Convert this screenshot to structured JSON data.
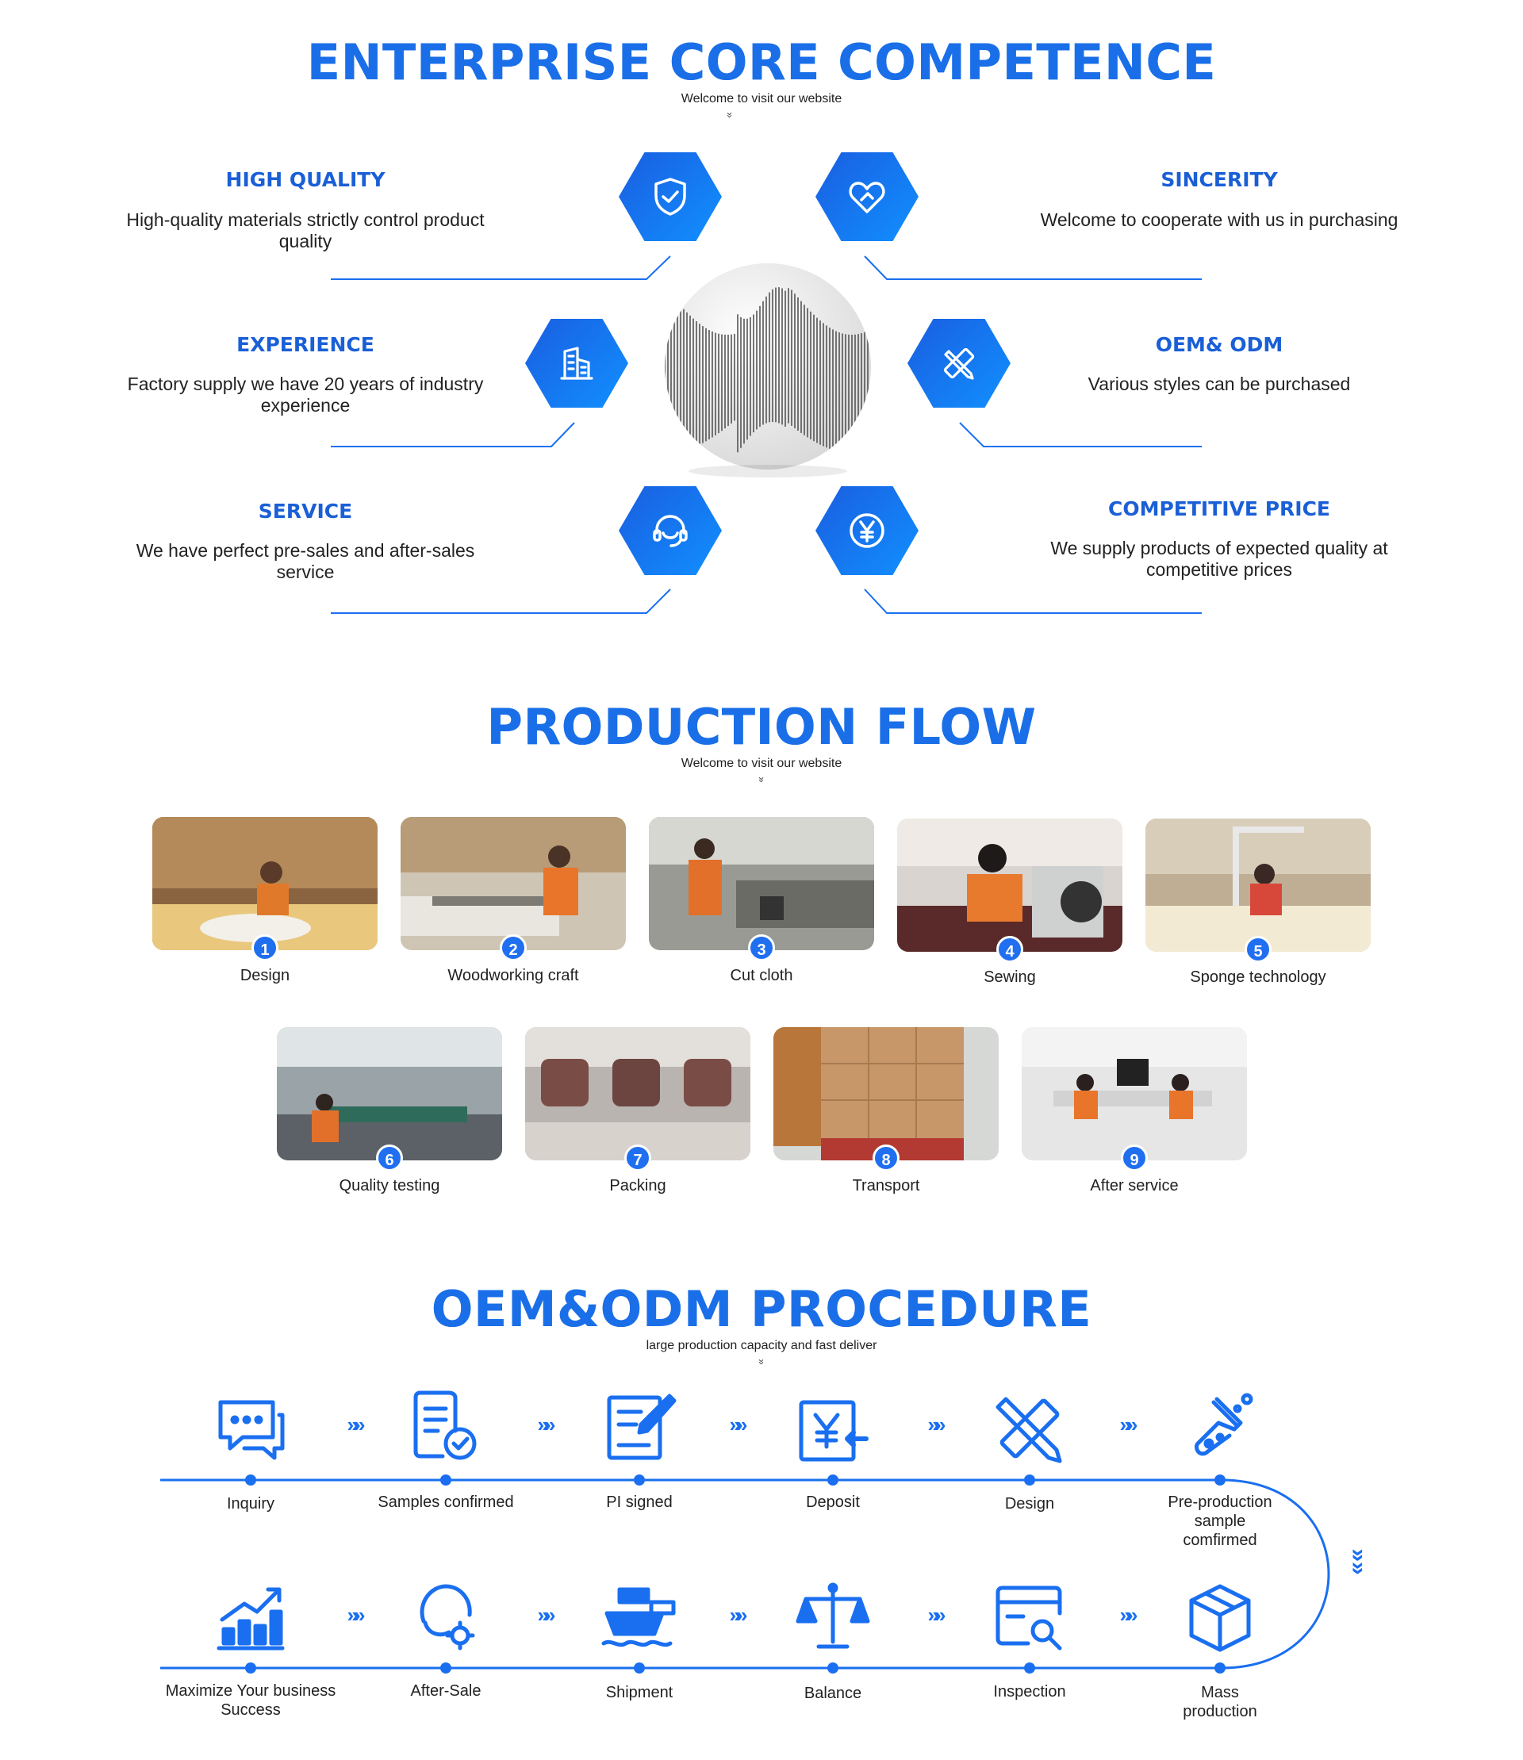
{
  "colors": {
    "accent": "#1a6ff0",
    "accent_dark": "#1a5fd6"
  },
  "competence": {
    "title": "ENTERPRISE CORE COMPETENCE",
    "subtitle": "Welcome to visit our website",
    "chevron": "»",
    "items": [
      {
        "title": "HIGH QUALITY",
        "desc": "High-quality materials strictly control product quality",
        "icon": "shield-check-icon"
      },
      {
        "title": "SINCERITY",
        "desc": "Welcome to cooperate with us in purchasing",
        "icon": "heart-hand-icon"
      },
      {
        "title": "EXPERIENCE",
        "desc": "Factory supply we have 20 years of industry experience",
        "icon": "factory-icon"
      },
      {
        "title": "OEM& ODM",
        "desc": "Various styles can be purchased",
        "icon": "pencil-ruler-icon"
      },
      {
        "title": "SERVICE",
        "desc": "We have perfect pre-sales and after-sales service",
        "icon": "headset-icon"
      },
      {
        "title": "COMPETITIVE PRICE",
        "desc": "We supply products of expected quality at competitive prices",
        "icon": "yen-coin-icon"
      }
    ]
  },
  "flow": {
    "title": "PRODUCTION FLOW",
    "subtitle": "Welcome to visit our website",
    "chevron": "»",
    "steps": [
      {
        "num": "1",
        "label": "Design"
      },
      {
        "num": "2",
        "label": "Woodworking craft"
      },
      {
        "num": "3",
        "label": "Cut cloth"
      },
      {
        "num": "4",
        "label": "Sewing"
      },
      {
        "num": "5",
        "label": "Sponge technology"
      },
      {
        "num": "6",
        "label": "Quality testing"
      },
      {
        "num": "7",
        "label": "Packing"
      },
      {
        "num": "8",
        "label": "Transport"
      },
      {
        "num": "9",
        "label": "After service"
      }
    ]
  },
  "procedure": {
    "title": "OEM&ODM PROCEDURE",
    "subtitle": "large production capacity and fast deliver",
    "chevron": "»",
    "arrow": "»»",
    "row1": [
      {
        "label": "Inquiry",
        "icon": "chat-bubble-icon"
      },
      {
        "label": "Samples confirmed",
        "icon": "document-check-icon"
      },
      {
        "label": "PI signed",
        "icon": "sign-document-icon"
      },
      {
        "label": "Deposit",
        "icon": "yen-payment-icon"
      },
      {
        "label": "Design",
        "icon": "pencil-ruler-icon"
      },
      {
        "label": "Pre-production sample comfirmed",
        "icon": "flask-icon"
      }
    ],
    "row2": [
      {
        "label": "Maximize Your business Success",
        "icon": "growth-chart-icon"
      },
      {
        "label": "After-Sale",
        "icon": "support-gear-icon"
      },
      {
        "label": "Shipment",
        "icon": "cargo-ship-icon"
      },
      {
        "label": "Balance",
        "icon": "scale-icon"
      },
      {
        "label": "Inspection",
        "icon": "inspection-icon"
      },
      {
        "label": "Mass production",
        "icon": "box-icon"
      }
    ]
  }
}
